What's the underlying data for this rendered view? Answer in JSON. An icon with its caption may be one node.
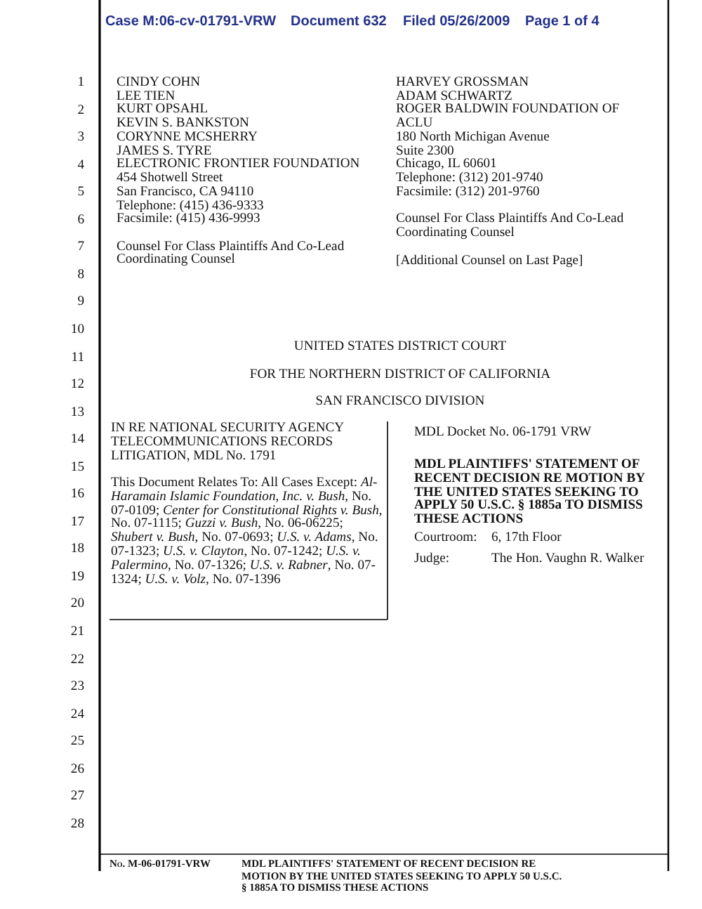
{
  "diagram": {
    "labels": [
      "Case M:06-cv-01791-VRW",
      "Document 632",
      "Filed 05/26/2009",
      "Page 1 of 4",
      "1",
      "2",
      "3",
      "4",
      "5",
      "6",
      "7",
      "8",
      "9",
      "10",
      "11",
      "12",
      "13",
      "14",
      "15",
      "16",
      "17",
      "18",
      "19",
      "20",
      "21",
      "22",
      "23",
      "24",
      "25",
      "26",
      "27",
      "28",
      "CINDY COHN",
      "LEE TIEN",
      "KURT OPSAHL",
      "KEVIN S. BANKSTON",
      "CORYNNE MCSHERRY",
      "JAMES S. TYRE",
      "ELECTRONIC FRONTIER FOUNDATION",
      "454 Shotwell Street",
      "San Francisco, CA 94110",
      "Telephone: (415) 436-9333",
      "Facsimile: (415) 436-9993",
      "Counsel For Class Plaintiffs And Co-Lead Coordinating Counsel",
      "HARVEY GROSSMAN",
      "ADAM SCHWARTZ",
      "ROGER BALDWIN FOUNDATION OF ACLU",
      "180 North Michigan Avenue",
      "Suite 2300",
      "Chicago, IL 60601",
      "Telephone: (312) 201-9740",
      "Facsimile: (312) 201-9760",
      "Counsel For Class Plaintiffs And Co-Lead Coordinating Counsel",
      "[Additional Counsel on Last Page]",
      "UNITED STATES DISTRICT COURT",
      "FOR THE NORTHERN DISTRICT OF CALIFORNIA",
      "SAN FRANCISCO DIVISION",
      "IN RE NATIONAL SECURITY AGENCY TELECOMMUNICATIONS RECORDS LITIGATION, MDL No. 1791",
      "This Document Relates To: All Cases Except: *Al-Haramain Islamic Foundation, Inc. v. Bush*, No. 07-0109; *Center for Constitutional Rights v. Bush*, No. 07-1115; *Guzzi v. Bush*, No. 06-06225; *Shubert v. Bush*, No. 07-0693; *U.S. v. Adams*, No. 07-1323; *U.S. v. Clayton*, No. 07-1242; *U.S. v. Palermino*, No. 07-1326; *U.S. v. Rabner*, No. 07-1324; *U.S. v. Volz*, No. 07-1396",
      "MDL Docket No. 06-1791 VRW",
      "MDL PLAINTIFFS' STATEMENT OF RECENT DECISION RE MOTION BY THE UNITED STATES SEEKING TO APPLY 50 U.S.C. § 1885a TO DISMISS THESE ACTIONS",
      "Courtroom:",
      "6, 17th Floor",
      "Judge:",
      "The Hon. Vaughn R. Walker",
      "No. M-06-01791-VRW",
      "MDL PLAINTIFFS' STATEMENT OF RECENT DECISION RE MOTION BY THE UNITED STATES SEEKING TO APPLY 50 U.S.C. § 1885A TO DISMISS THESE ACTIONS"
    ]
  }
}
